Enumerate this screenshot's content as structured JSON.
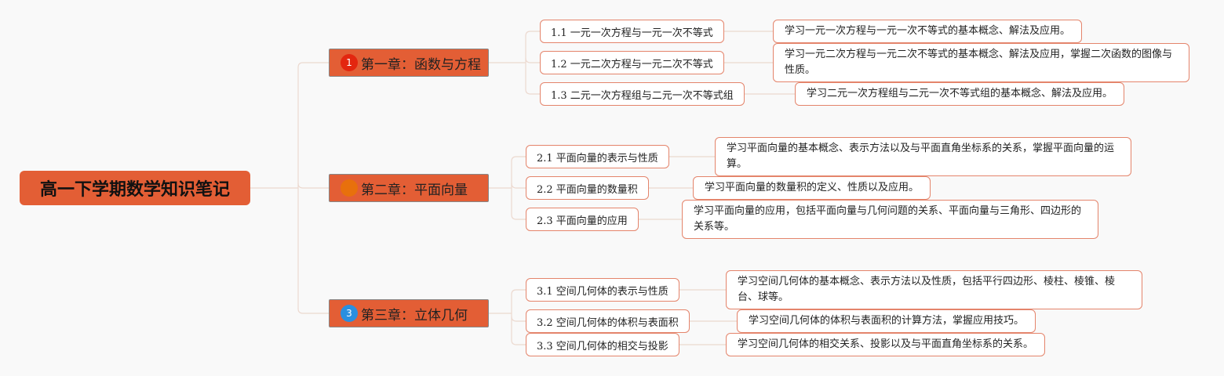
{
  "root": {
    "title": "高一下学期数学知识笔记"
  },
  "colors": {
    "node_fill": "#e35e35",
    "section_border": "#e4846b",
    "connector": "#ecd9cf",
    "badge_1": "#e3260f",
    "badge_2": "#e8700c",
    "badge_3": "#2a8fe0"
  },
  "chapters": [
    {
      "badge": "1",
      "title": "第一章：函数与方程",
      "sections": [
        {
          "label": "1.1 一元一次方程与一元一次不等式",
          "desc": "学习一元一次方程与一元一次不等式的基本概念、解法及应用。"
        },
        {
          "label": "1.2 一元二次方程与一元二次不等式",
          "desc": "学习一元二次方程与一元二次不等式的基本概念、解法及应用，掌握二次函数的图像与性质。"
        },
        {
          "label": "1.3 二元一次方程组与二元一次不等式组",
          "desc": "学习二元一次方程组与二元一次不等式组的基本概念、解法及应用。"
        }
      ]
    },
    {
      "badge": "",
      "title": "第二章：平面向量",
      "sections": [
        {
          "label": "2.1 平面向量的表示与性质",
          "desc": "学习平面向量的基本概念、表示方法以及与平面直角坐标系的关系，掌握平面向量的运算。"
        },
        {
          "label": "2.2 平面向量的数量积",
          "desc": "学习平面向量的数量积的定义、性质以及应用。"
        },
        {
          "label": "2.3 平面向量的应用",
          "desc": "学习平面向量的应用，包括平面向量与几何问题的关系、平面向量与三角形、四边形的关系等。"
        }
      ]
    },
    {
      "badge": "3",
      "title": "第三章：立体几何",
      "sections": [
        {
          "label": "3.1 空间几何体的表示与性质",
          "desc": "学习空间几何体的基本概念、表示方法以及性质，包括平行四边形、棱柱、棱锥、棱台、球等。"
        },
        {
          "label": "3.2 空间几何体的体积与表面积",
          "desc": "学习空间几何体的体积与表面积的计算方法，掌握应用技巧。"
        },
        {
          "label": "3.3 空间几何体的相交与投影",
          "desc": "学习空间几何体的相交关系、投影以及与平面直角坐标系的关系。"
        }
      ]
    }
  ]
}
